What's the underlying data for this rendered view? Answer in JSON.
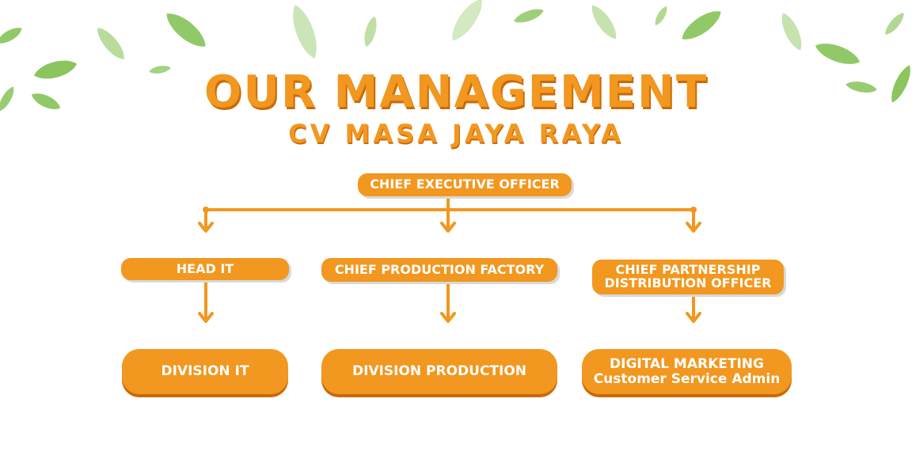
{
  "title": "OUR MANAGEMENT",
  "subtitle": "CV MASA JAYA RAYA",
  "ceo": {
    "label": "CHIEF EXECUTIVE OFFICER"
  },
  "branches": [
    {
      "role": {
        "line1": "HEAD IT"
      },
      "division": {
        "line1": "DIVISION IT"
      }
    },
    {
      "role": {
        "line1": "CHIEF PRODUCTION FACTORY"
      },
      "division": {
        "line1": "DIVISION PRODUCTION"
      }
    },
    {
      "role": {
        "line1": "CHIEF PARTNERSHIP",
        "line2": "DISTRIBUTION OFFICER"
      },
      "division": {
        "line1": "DIGITAL MARKETING",
        "line2": "Customer Service Admin"
      }
    }
  ],
  "colors": {
    "accent": "#F2971F",
    "accent_dark": "#C96A08",
    "leaf": "#7FBF4D",
    "text_on_accent": "#FFFFFF"
  },
  "decoration": {
    "icon": "leaf-icon"
  }
}
